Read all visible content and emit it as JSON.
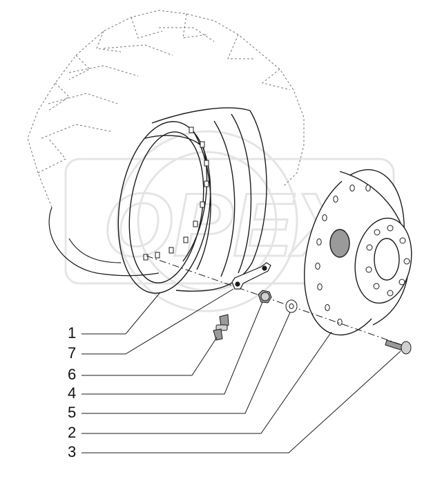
{
  "diagram": {
    "watermark_text": "OPEX",
    "callouts": [
      {
        "label": "1",
        "part": "wheel-rim"
      },
      {
        "label": "7",
        "part": "clamp-plate"
      },
      {
        "label": "6",
        "part": "valve"
      },
      {
        "label": "4",
        "part": "nut"
      },
      {
        "label": "5",
        "part": "washer"
      },
      {
        "label": "2",
        "part": "wheel-disc"
      },
      {
        "label": "3",
        "part": "bolt"
      }
    ]
  },
  "colors": {
    "line": "#1a1a1a",
    "tire_outline": "#777777",
    "watermark": "#cfcfcf",
    "part_shade": "#9a9a9a"
  }
}
